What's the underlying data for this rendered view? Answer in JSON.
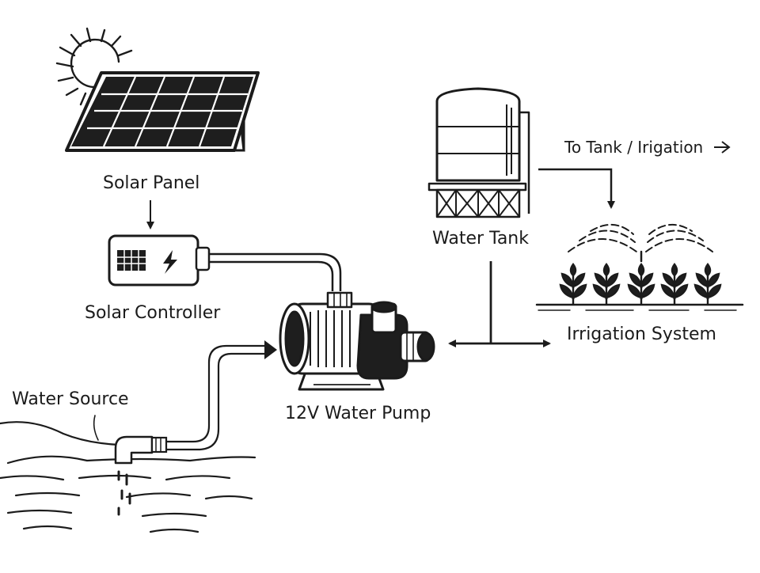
{
  "labels": {
    "solar_panel": "Solar Panel",
    "solar_controller": "Solar Controller",
    "water_source": "Water Source",
    "water_pump": "12V Water Pump",
    "water_tank": "Water Tank",
    "irrigation_system": "Irrigation System",
    "to_tank_irrigation": "To Tank / Irigation"
  },
  "colors": {
    "ink": "#1b1b1b",
    "background": "#ffffff"
  },
  "icons": [
    "sun-icon",
    "lightning-bolt-icon",
    "arrow-right-icon"
  ]
}
